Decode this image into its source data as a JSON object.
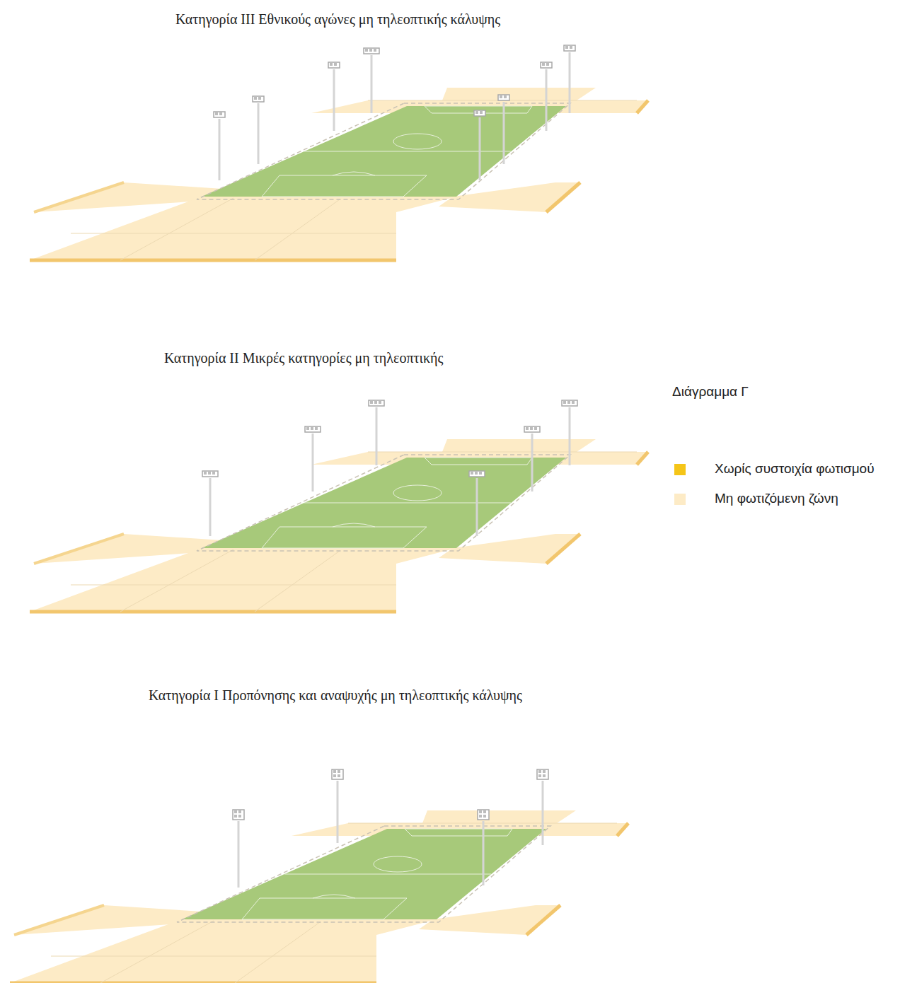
{
  "diagram": {
    "labels": [
      "Κατηγορία III Εθνικούς αγώνες μη τηλεοπτικής κάλυψης",
      "Κατηγορία II Μικρές κατηγορίες μη τηλεοπτικής",
      "Κατηγορία I Προπόνησης και αναψυχής μη τηλεοπτικής κάλυψης",
      "Διάγραμμα Γ"
    ],
    "legend": [
      {
        "text": "Χωρίς συστοιχία φωτισμού",
        "color": "#f5c518"
      },
      {
        "text": "Μη φωτιζόμενη ζώνη",
        "color": "#fdebc6"
      }
    ]
  }
}
